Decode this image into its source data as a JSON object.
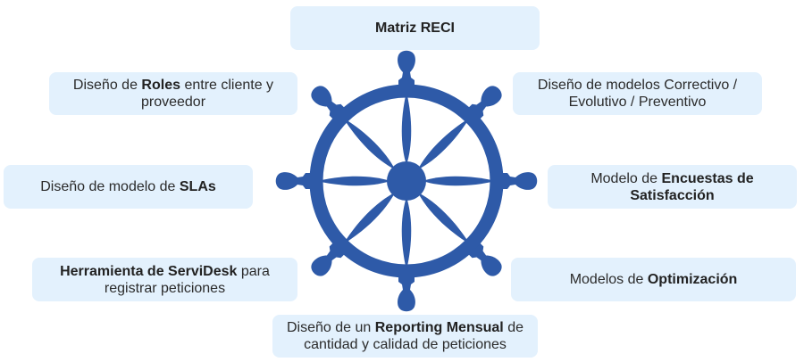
{
  "diagram": {
    "title": "Matriz RECI",
    "accent_color": "#2E5AA8",
    "box_color": "#E3F1FD",
    "center_icon": "ship-wheel-icon",
    "items": [
      {
        "pre": "Diseño de ",
        "bold": "Roles",
        "post": " entre cliente y proveedor"
      },
      {
        "pre": "Diseño de modelos Correctivo / Evolutivo / Preventivo",
        "bold": "",
        "post": ""
      },
      {
        "pre": "Diseño de modelo de ",
        "bold": "SLAs",
        "post": ""
      },
      {
        "pre": "Modelo de ",
        "bold": "Encuestas de Satisfacción",
        "post": ""
      },
      {
        "pre": "",
        "bold": "Herramienta de ServiDesk",
        "post": " para registrar peticiones"
      },
      {
        "pre": "Modelos de ",
        "bold": "Optimización",
        "post": ""
      },
      {
        "pre": "Diseño de un ",
        "bold": "Reporting Mensual",
        "post": " de cantidad y calidad de peticiones"
      }
    ]
  }
}
